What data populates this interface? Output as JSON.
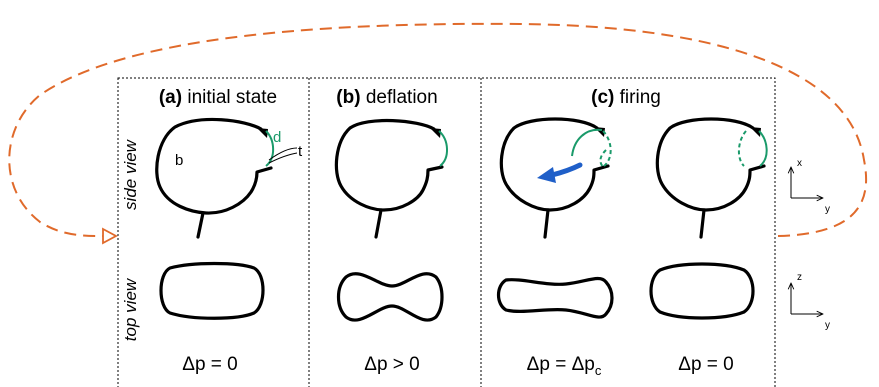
{
  "panels": {
    "a": {
      "tag": "(a)",
      "title": "initial state"
    },
    "b": {
      "tag": "(b)",
      "title": "deflation"
    },
    "c": {
      "tag": "(c)",
      "title": "firing"
    }
  },
  "rows": {
    "side": "side view",
    "top": "top view"
  },
  "conditions": {
    "a": "Δp = 0",
    "b": "Δp > 0",
    "c1_main": "Δp = Δp",
    "c1_sub": "c",
    "c2": "Δp = 0"
  },
  "labels": {
    "b": "b",
    "d": "d",
    "t": "t"
  },
  "axes": {
    "side": {
      "vertical": "x",
      "horizontal": "y"
    },
    "top": {
      "vertical": "z",
      "horizontal": "y"
    }
  },
  "colors": {
    "cycle_arrow": "#e06a2b",
    "door": "#1a9a6a",
    "flow_arrow": "#1f5fc8",
    "frame": "#000000"
  }
}
